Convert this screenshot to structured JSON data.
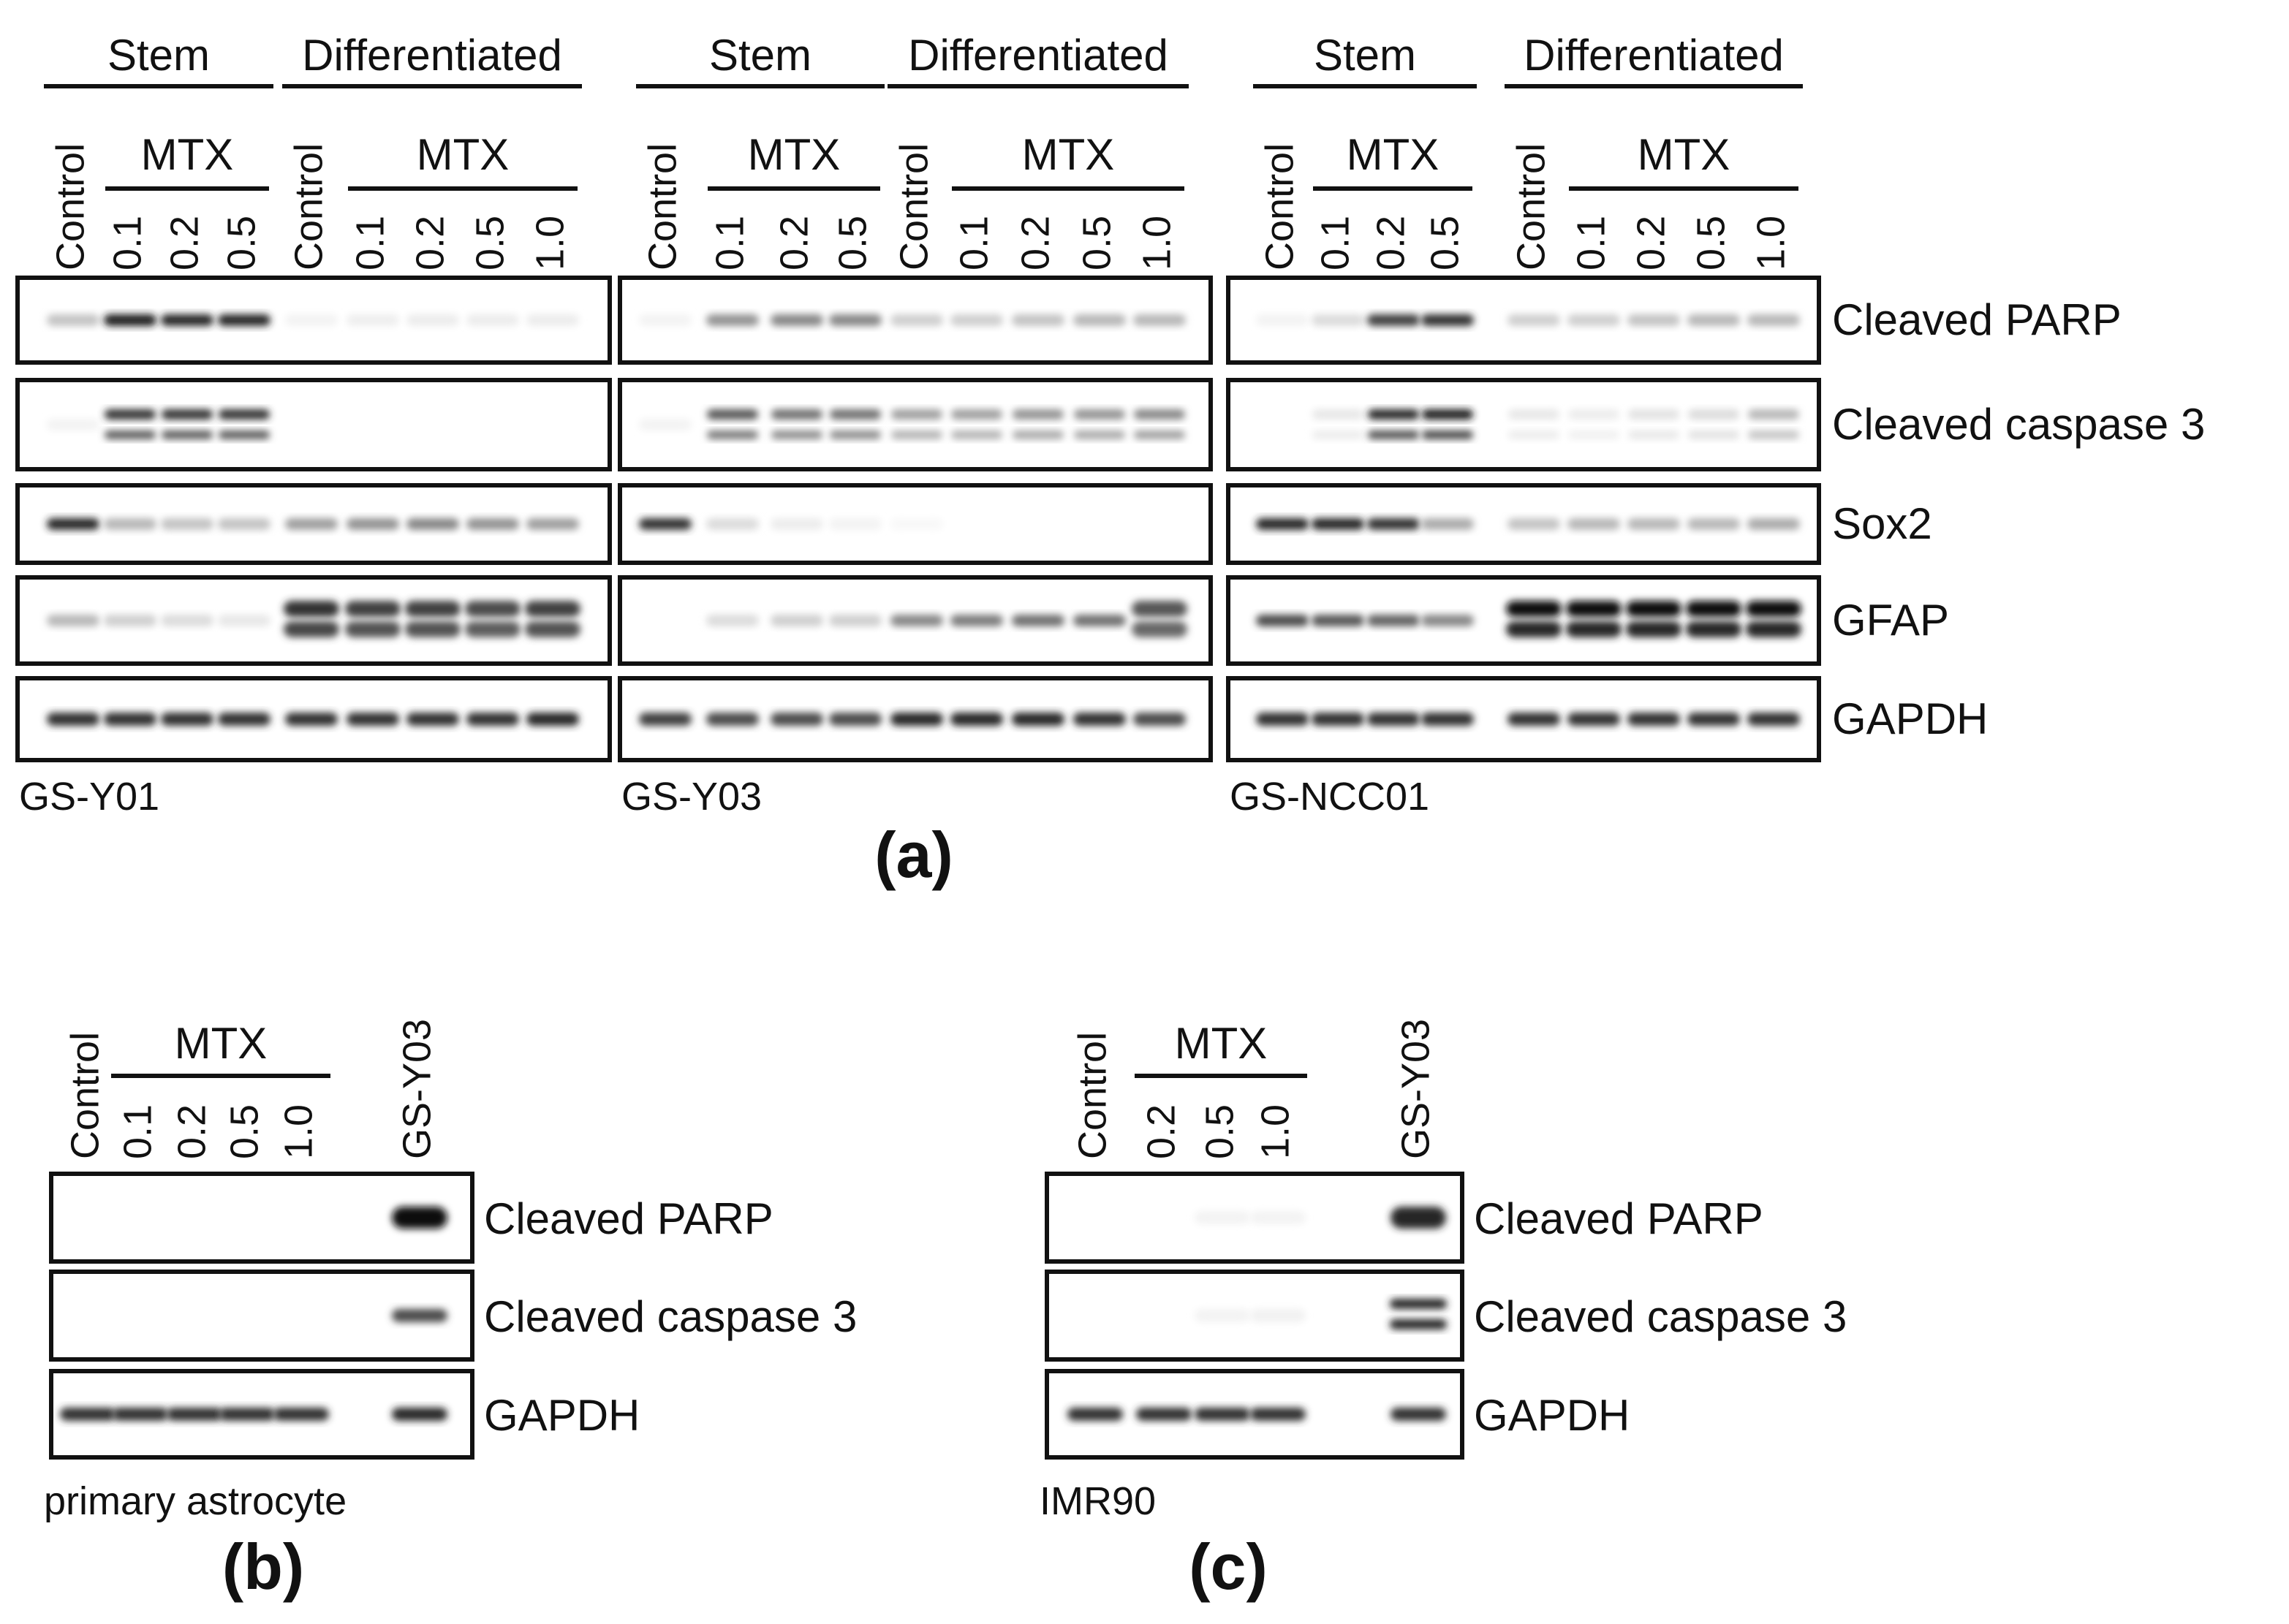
{
  "panel_a": {
    "label": "(a)",
    "proteins": [
      "Cleaved PARP",
      "Cleaved caspase 3",
      "Sox2",
      "GFAP",
      "GAPDH"
    ],
    "groups": {
      "stem": "Stem",
      "differentiated": "Differentiated",
      "mtx": "MTX"
    },
    "lanes": [
      "Control",
      "0.1",
      "0.2",
      "0.5",
      "Control",
      "0.1",
      "0.2",
      "0.5",
      "1.0"
    ],
    "cell_lines": [
      "GS-Y01",
      "GS-Y03",
      "GS-NCC01"
    ]
  },
  "panel_b": {
    "label": "(b)",
    "mtx": "MTX",
    "lanes": [
      "Control",
      "0.1",
      "0.2",
      "0.5",
      "1.0",
      "GS-Y03"
    ],
    "proteins": [
      "Cleaved PARP",
      "Cleaved caspase 3",
      "GAPDH"
    ],
    "cell_line": "primary astrocyte"
  },
  "panel_c": {
    "label": "(c)",
    "mtx": "MTX",
    "lanes": [
      "Control",
      "0.2",
      "0.5",
      "1.0",
      "GS-Y03"
    ],
    "proteins": [
      "Cleaved PARP",
      "Cleaved caspase 3",
      "GAPDH"
    ],
    "cell_line": "IMR90"
  }
}
